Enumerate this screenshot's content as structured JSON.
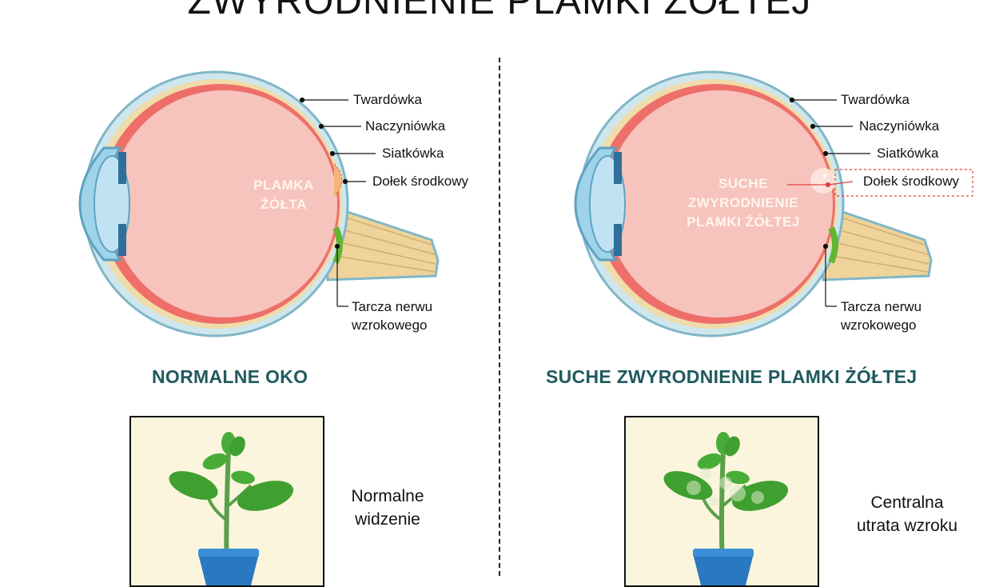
{
  "title": "ZWYRODNIENIE PLAMKI ŻÓŁTEJ",
  "left": {
    "heading": "NORMALNE OKO",
    "inner_label": [
      "PLAMKA",
      "ŻÓŁTA"
    ],
    "labels": {
      "sclera": "Twardówka",
      "choroid": "Naczyniówka",
      "retina": "Siatkówka",
      "fovea": "Dołek środkowy",
      "optic_disc_1": "Tarcza nerwu",
      "optic_disc_2": "wzrokowego"
    },
    "vision": [
      "Normalne",
      "widzenie"
    ]
  },
  "right": {
    "heading": "SUCHE ZWYRODNIENIE PLAMKI ŻÓŁTEJ",
    "inner_label": [
      "SUCHE",
      "ZWYRODNIENIE",
      "PLAMKI ŻÓŁTEJ"
    ],
    "labels": {
      "sclera": "Twardówka",
      "choroid": "Naczyniówka",
      "retina": "Siatkówka",
      "fovea": "Dołek środkowy",
      "optic_disc_1": "Tarcza nerwu",
      "optic_disc_2": "wzrokowego"
    },
    "vision": [
      "Centralna",
      "utrata wzroku"
    ]
  },
  "colors": {
    "heading": "#1f5a5e",
    "sclera": "#cfe6ec",
    "choroid": "#f0dcaa",
    "vitreous": "#f7c3bd",
    "retina": "#ee6f6a",
    "nerve": "#efd39a",
    "leaf": "#3fa030",
    "pot": "#2a78c0",
    "frame_bg": "#fbf5de"
  }
}
